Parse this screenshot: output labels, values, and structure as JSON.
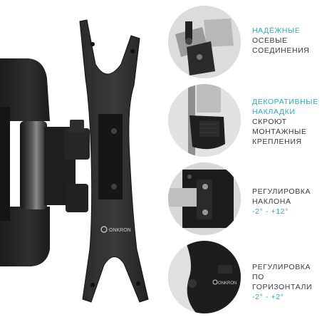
{
  "brand": {
    "logo_text": "ONKRON",
    "accent_color": "#1fb3c8",
    "text_color": "#3a3a3a"
  },
  "features": [
    {
      "icon": "joint-hinge-icon",
      "lines": [
        {
          "text": "НАДЁЖНЫЕ",
          "accent": true
        },
        {
          "text": "ОСЕВЫЕ",
          "accent": false
        },
        {
          "text": "СОЕДИНЕНИЯ",
          "accent": false
        }
      ]
    },
    {
      "icon": "decorative-cover-icon",
      "lines": [
        {
          "text": "ДЕКОРАТИВНЫЕ",
          "accent": true
        },
        {
          "text": "НАКЛАДКИ",
          "accent": true
        },
        {
          "text": "СКРОЮТ",
          "accent": false
        },
        {
          "text": "МОНТАЖНЫЕ",
          "accent": false
        },
        {
          "text": "КРЕПЛЕНИЯ",
          "accent": false
        }
      ]
    },
    {
      "icon": "tilt-mechanism-icon",
      "lines": [
        {
          "text": "РЕГУЛИРОВКА",
          "accent": false
        },
        {
          "text": "НАКЛОНА",
          "accent": false
        },
        {
          "text": "-2° - +12°",
          "accent": true
        }
      ]
    },
    {
      "icon": "horizontal-level-icon",
      "lines": [
        {
          "text": "РЕГУЛИРОВКА",
          "accent": false
        },
        {
          "text": "ПО",
          "accent": false
        },
        {
          "text": "ГОРИЗОНТАЛИ",
          "accent": false
        },
        {
          "text": "-2° - +2°",
          "accent": true
        }
      ]
    }
  ]
}
